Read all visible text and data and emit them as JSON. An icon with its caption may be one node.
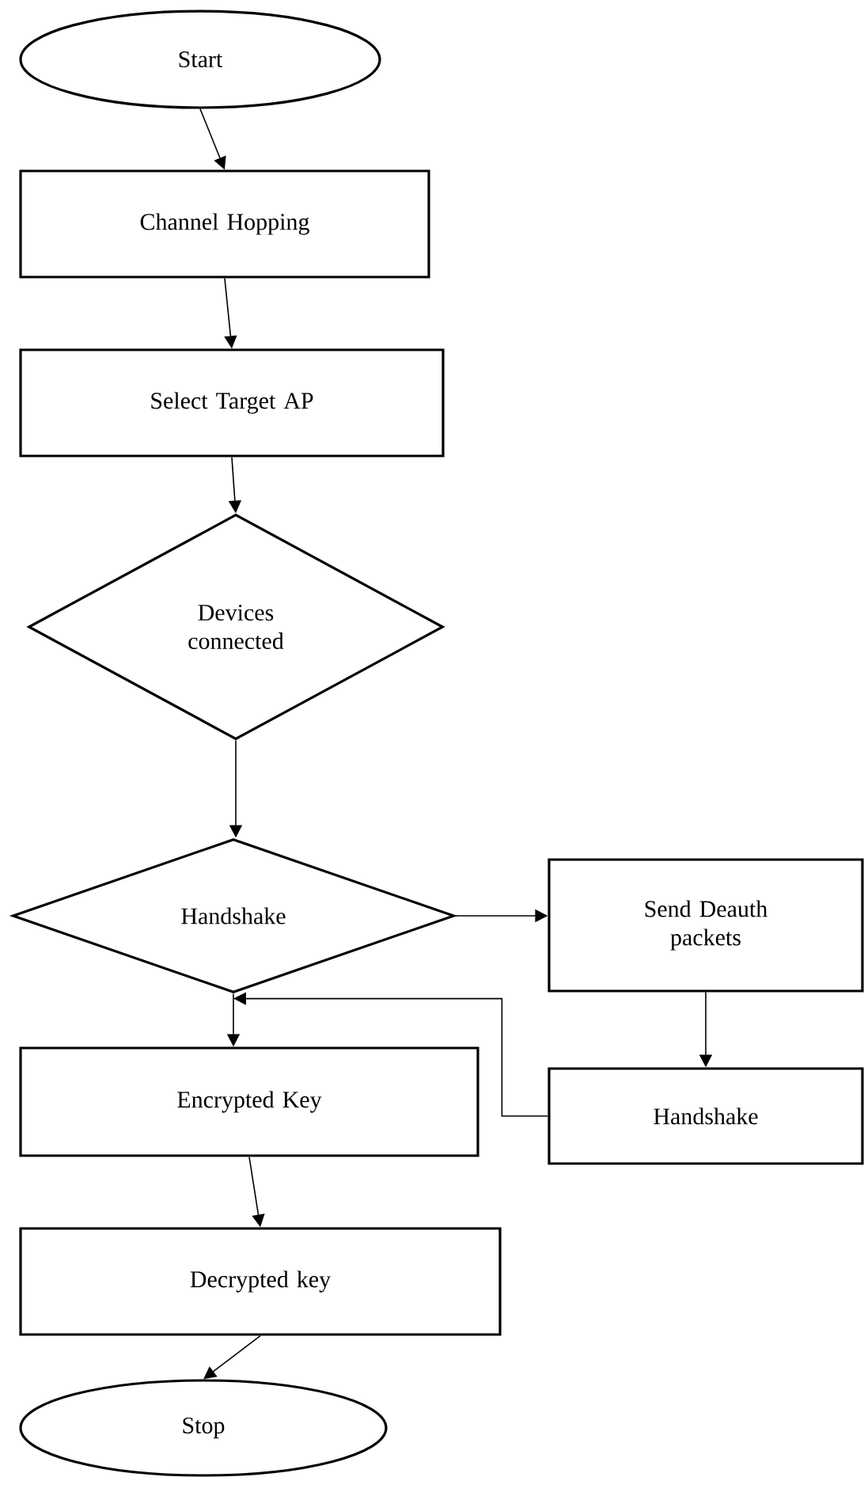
{
  "diagram": {
    "nodes": [
      {
        "text": [
          "Start"
        ]
      },
      {
        "text": [
          "Channel Hopping"
        ]
      },
      {
        "text": [
          "Select Target AP"
        ]
      },
      {
        "text": [
          "Devices connected"
        ]
      },
      {
        "text": [
          "Handshake"
        ]
      },
      {
        "text": [
          "Send Deauth packets"
        ]
      },
      {
        "text": [
          "Handshake"
        ]
      },
      {
        "text": [
          "Encrypted Key"
        ]
      },
      {
        "text": [
          "Decrypted key"
        ]
      },
      {
        "text": [
          "Stop"
        ]
      }
    ],
    "edges": [
      {
        "from": 0,
        "to": 1,
        "arrow": "to"
      },
      {
        "from": 1,
        "to": 2,
        "arrow": "to"
      },
      {
        "from": 2,
        "to": 3,
        "arrow": "to"
      },
      {
        "from": 3,
        "to": 4,
        "arrow": "to"
      },
      {
        "from": 4,
        "to": 5,
        "arrow": "to"
      },
      {
        "from": 5,
        "to": 6,
        "arrow": "to"
      },
      {
        "from": 6,
        "to": 4,
        "arrow": "to"
      },
      {
        "from": 4,
        "to": 7,
        "arrow": "to"
      },
      {
        "from": 7,
        "to": 8,
        "arrow": "to"
      },
      {
        "from": 8,
        "to": 9,
        "arrow": "to"
      }
    ]
  }
}
